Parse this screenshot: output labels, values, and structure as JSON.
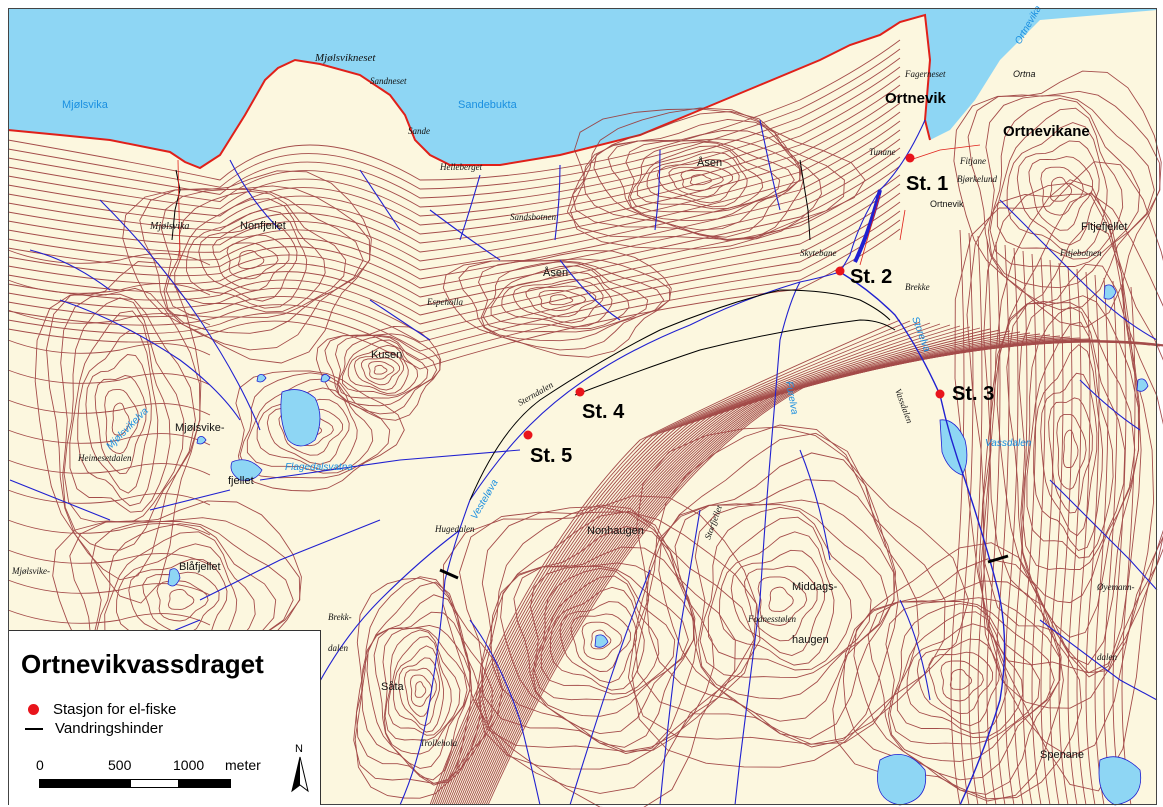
{
  "legend": {
    "title": "Ortnevikvassdraget",
    "item_station": "Stasjon for el-fiske",
    "item_barrier": "Vandringshinder",
    "scale_0": "0",
    "scale_500": "500",
    "scale_1000": "1000",
    "scale_unit": "meter",
    "north": "N"
  },
  "stations": [
    "St. 1",
    "St. 2",
    "St. 3",
    "St. 4",
    "St. 5"
  ],
  "places_big": [
    "Ortnevik",
    "Ortnevikane"
  ],
  "places_sans": [
    "Sandebukta",
    "Mjølsvika",
    "Nonfjellet",
    "Åsen",
    "Åsen",
    "Kusen",
    "Mjølsvike-",
    "fjellet",
    "Blåfjellet",
    "Nonhaugen",
    "Middags-",
    "haugen",
    "Såta",
    "Spenane",
    "Fitjefjellet",
    "Ortnevik",
    "Ortna"
  ],
  "places_serif": [
    "Mjølsvikneset",
    "Sandneset",
    "Sande",
    "Helleberget",
    "Fagerneset",
    "Tunane",
    "Fitjane",
    "Bjørkelund",
    "Skytebane",
    "Brekke",
    "Sandsbotnen",
    "Espeholla",
    "Mjølsvika",
    "Heimesetdalen",
    "Sterndalen",
    "Hugedalen",
    "Storfjellet",
    "Fodnesstølen",
    "Brekk-",
    "dalen",
    "Trollehola",
    "Vassdalen",
    "Fitjebotnen",
    "Øyemann-",
    "dalen",
    "Mjølsvike-"
  ],
  "water_names": [
    "Ortnevika",
    "Storelva",
    "Vesteløva",
    "Furelva",
    "Flagedalsvatna",
    "Mjølsvikelva",
    "Vassdalen"
  ],
  "colors": {
    "water": "#8ed6f4",
    "land": "#fcf7df",
    "contour": "#9b3a3a",
    "river": "#2020d0",
    "shoreline": "#e0201a",
    "station": "#e8141b",
    "road": "#000000"
  }
}
